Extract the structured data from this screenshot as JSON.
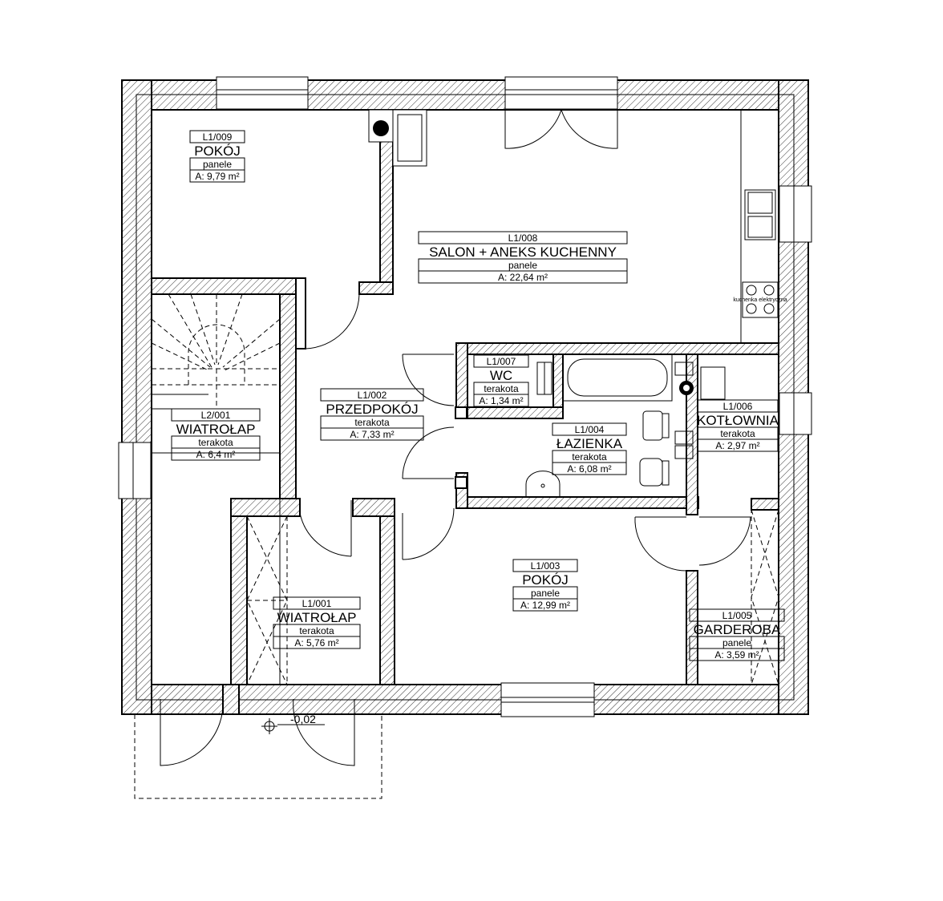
{
  "rooms": [
    {
      "id": "r009",
      "code": "L1/009",
      "name": "POKÓJ",
      "floor": "panele",
      "area": "A: 9,79 m²"
    },
    {
      "id": "r008",
      "code": "L1/008",
      "name": "SALON + ANEKS KUCHENNY",
      "floor": "panele",
      "area": "A: 22,64 m²"
    },
    {
      "id": "r007",
      "code": "L1/007",
      "name": "WC",
      "floor": "terakota",
      "area": "A: 1,34 m²"
    },
    {
      "id": "r002",
      "code": "L1/002",
      "name": "PRZEDPOKÓJ",
      "floor": "terakota",
      "area": "A: 7,33 m²"
    },
    {
      "id": "r2001",
      "code": "L2/001",
      "name": "WIATROŁAP",
      "floor": "terakota",
      "area": "A: 6,4 m²"
    },
    {
      "id": "r004",
      "code": "L1/004",
      "name": "ŁAZIENKA",
      "floor": "terakota",
      "area": "A: 6,08 m²"
    },
    {
      "id": "r006",
      "code": "L1/006",
      "name": "KOTŁOWNIA",
      "floor": "terakota",
      "area": "A: 2,97 m²"
    },
    {
      "id": "r003",
      "code": "L1/003",
      "name": "POKÓJ",
      "floor": "panele",
      "area": "A: 12,99 m²"
    },
    {
      "id": "r001",
      "code": "L1/001",
      "name": "WIATROŁAP",
      "floor": "terakota",
      "area": "A: 5,76 m²"
    },
    {
      "id": "r005",
      "code": "L1/005",
      "name": "GARDEROBA",
      "floor": "panele",
      "area": "A: 3,59 m²"
    }
  ],
  "elevation": "-0,02",
  "appliance": "kuchenka elektryczna"
}
